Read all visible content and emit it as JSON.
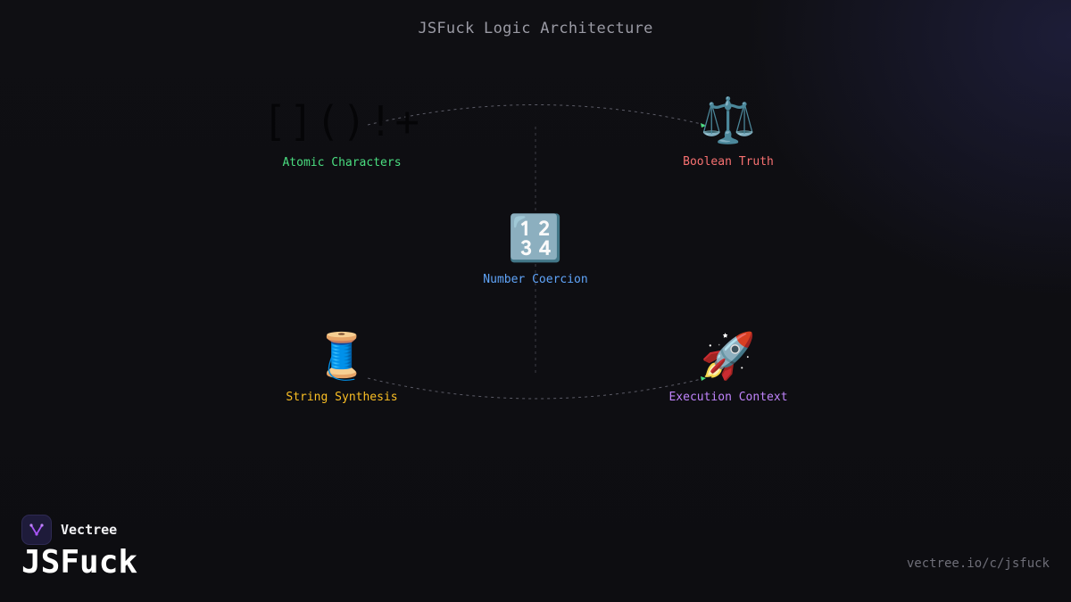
{
  "diagram": {
    "title": "JSFuck Logic Architecture",
    "nodes": [
      {
        "id": "atomic",
        "glyph": "[]()!+",
        "label": "Atomic Characters",
        "color": "#4ade80"
      },
      {
        "id": "boolean",
        "glyph": "⚖️",
        "label": "Boolean Truth",
        "color": "#f87171"
      },
      {
        "id": "number",
        "glyph": "🔢",
        "label": "Number Coercion",
        "color": "#60a5fa"
      },
      {
        "id": "string",
        "glyph": "🧵",
        "label": "String Synthesis",
        "color": "#fbbf24"
      },
      {
        "id": "execution",
        "glyph": "🚀",
        "label": "Execution Context",
        "color": "#c084fc"
      }
    ],
    "connector_color": "#5b5b66",
    "arrow_color": "#4ade80"
  },
  "footer": {
    "brand": "Vectree",
    "product": "JSFuck",
    "url": "vectree.io/c/jsfuck",
    "logo_color": "#a855f7"
  }
}
